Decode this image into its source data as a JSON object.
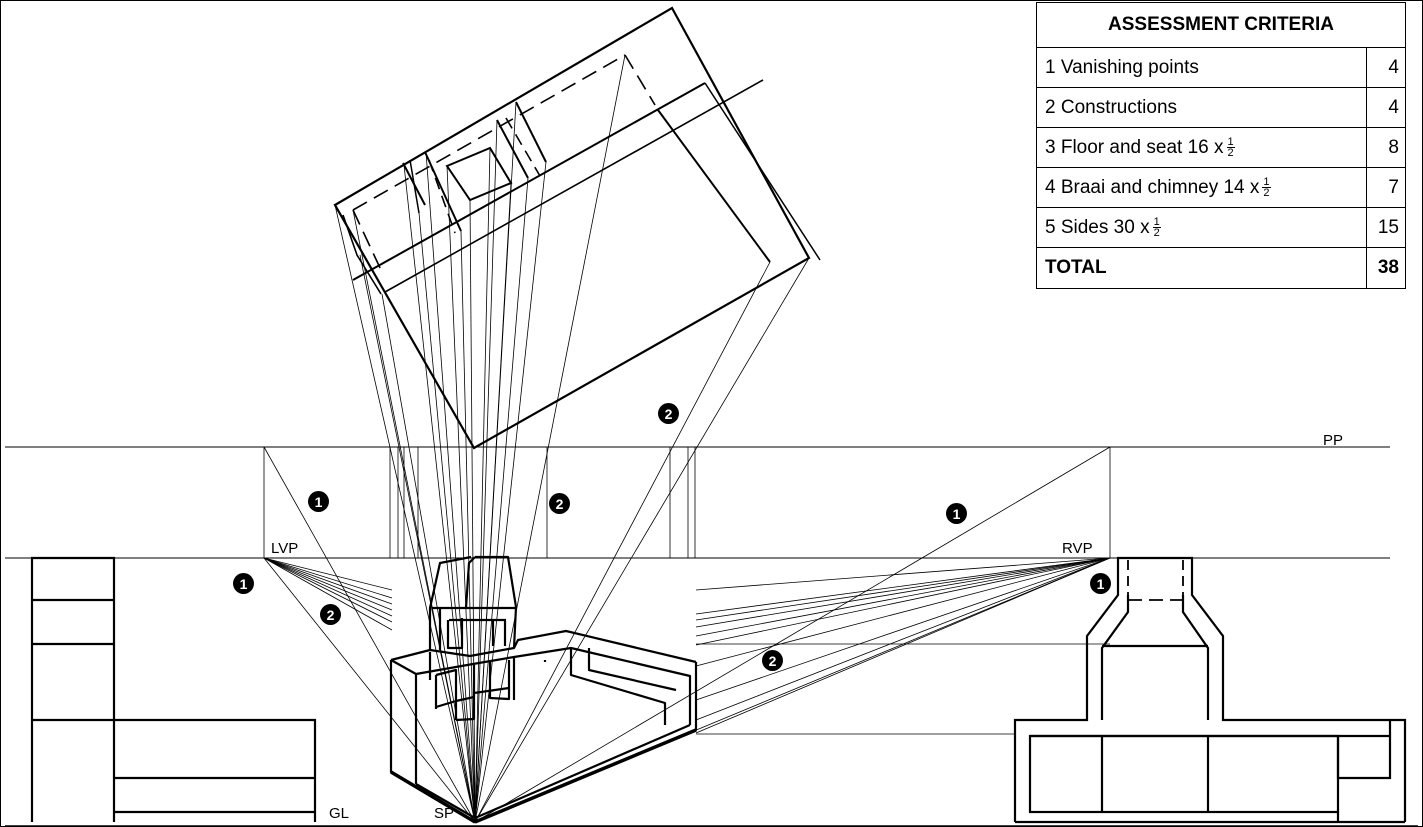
{
  "labels": {
    "pp": "PP",
    "lvp": "LVP",
    "rvp": "RVP",
    "gl": "GL",
    "sp": "SP"
  },
  "markers": {
    "one": "1",
    "two": "2"
  },
  "criteria": {
    "title": "ASSESSMENT CRITERIA",
    "rows": [
      {
        "text": "1 Vanishing points",
        "frac": "",
        "points": "4"
      },
      {
        "text": "2 Constructions",
        "frac": "",
        "points": "4"
      },
      {
        "text": "3 Floor and seat 16 x",
        "frac": "1/2",
        "points": "8"
      },
      {
        "text": "4 Braai and chimney 14 x",
        "frac": "1/2",
        "points": "7"
      },
      {
        "text": "5 Sides 30 x",
        "frac": "1/2",
        "points": "15"
      }
    ],
    "total_label": "TOTAL",
    "total_points": "38"
  }
}
